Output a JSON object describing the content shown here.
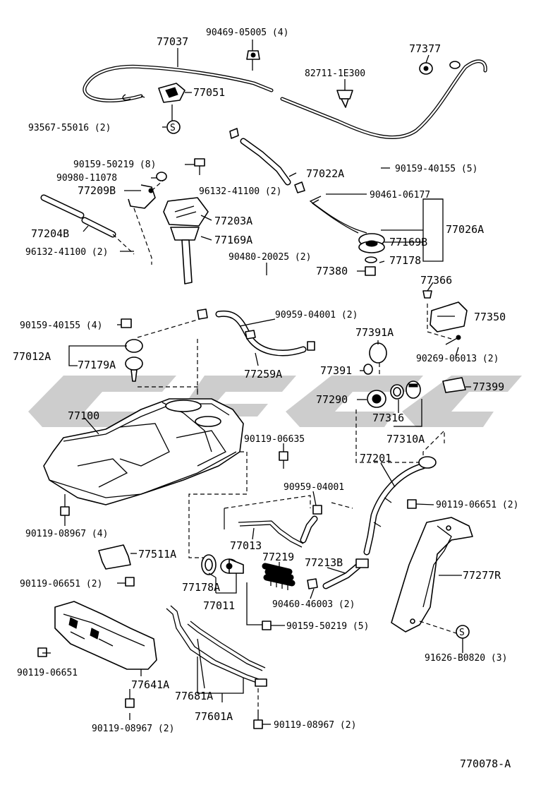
{
  "diagram_code": "770078-A",
  "labels": {
    "p77037": "77037",
    "p90469_05005": "90469-05005 (4)",
    "p77377": "77377",
    "p82711_1E300": "82711-1E300",
    "p77051": "77051",
    "p93567_55016": "93567-55016 (2)",
    "s_mark": "S",
    "p90159_50219_8": "90159-50219 (8)",
    "p90980_11078": "90980-11078",
    "p77022A": "77022A",
    "p90159_40155_5": "90159-40155 (5)",
    "p77209B": "77209B",
    "p96132_41100_2_a": "96132-41100 (2)",
    "p90461_06177": "90461-06177",
    "p77203A": "77203A",
    "p77026A": "77026A",
    "p77204B": "77204B",
    "p77169A_a": "77169A",
    "p77169B": "77169B",
    "p96132_41100_2_b": "96132-41100 (2)",
    "p90480_20025": "90480-20025 (2)",
    "p77178": "77178",
    "p77380": "77380",
    "p77366": "77366",
    "p90959_04001_2": "90959-04001 (2)",
    "p77350": "77350",
    "p90159_40155_4": "90159-40155 (4)",
    "p77391A": "77391A",
    "p77012A": "77012A",
    "p77179A": "77179A",
    "p77259A": "77259A",
    "p90269_06013": "90269-06013 (2)",
    "p77391": "77391",
    "p77399": "77399",
    "p77290": "77290",
    "p77316": "77316",
    "p77100": "77100",
    "p77310A": "77310A",
    "p90119_06635": "90119-06635",
    "p77201": "77201",
    "p90959_04001": "90959-04001",
    "p90119_06651_2_a": "90119-06651 (2)",
    "p90119_08967_4": "90119-08967 (4)",
    "p77013": "77013",
    "p77219": "77219",
    "p77213B": "77213B",
    "p77511A": "77511A",
    "p77277R": "77277R",
    "p90119_06651_2_b": "90119-06651 (2)",
    "p77178A": "77178A",
    "p77011": "77011",
    "p90460_46003": "90460-46003 (2)",
    "p90159_50219_5": "90159-50219 (5)",
    "p91626_B0820": "91626-B0820 (3)",
    "p90119_06651": "90119-06651",
    "p77641A": "77641A",
    "p77681A": "77681A",
    "p77601A": "77601A",
    "p90119_08967_2_a": "90119-08967 (2)",
    "p90119_08967_2_b": "90119-08967 (2)"
  },
  "colors": {
    "ink": "#000000",
    "paper": "#ffffff",
    "watermark": "#bcbcbc"
  }
}
